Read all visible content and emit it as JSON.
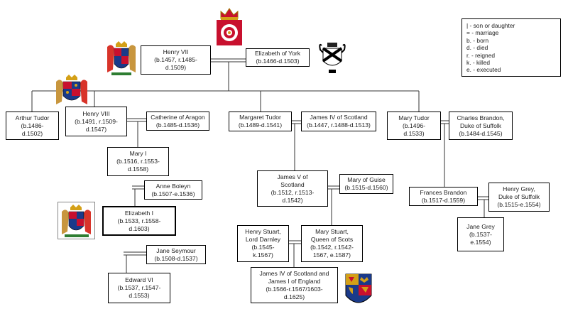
{
  "legend": [
    "| - son or daughter",
    "= - marriage",
    "b. - born",
    "d. - died",
    "r. - reigned",
    "k. - killed",
    "e. - executed"
  ],
  "people": {
    "henry7": [
      "Henry VII",
      "(b.1457, r.1485-",
      "d.1509)"
    ],
    "elizabeth_york": [
      "Elizabeth of York",
      "(b.1466-d.1503)"
    ],
    "arthur": [
      "Arthur Tudor",
      "(b.1486-",
      "d.1502)"
    ],
    "henry8": [
      "Henry VIII",
      "(b.1491, r.1509-",
      "d.1547)"
    ],
    "catherine": [
      "Catherine of Aragon",
      "(b.1485-d.1536)"
    ],
    "margaret": [
      "Margaret Tudor",
      "(b.1489-d.1541)"
    ],
    "james4": [
      "James IV of Scotland",
      "(b.1447, r.1488-d.1513)"
    ],
    "mary_tudor": [
      "Mary Tudor",
      "(b.1496-",
      "d.1533)"
    ],
    "charles_brandon": [
      "Charles Brandon,",
      "Duke of Suffolk",
      "(b.1484-d.1545)"
    ],
    "mary1": [
      "Mary I",
      "(b.1516, r.1553-",
      "d.1558)"
    ],
    "james5": [
      "James V of",
      "Scotland",
      "(b.1512, r.1513-",
      "d.1542)"
    ],
    "mary_guise": [
      "Mary of Guise",
      "(b.1515-d.1560)"
    ],
    "anne_boleyn": [
      "Anne Boleyn",
      "(b.1507-e.1536)"
    ],
    "elizabeth1": [
      "Elizabeth I",
      "(b.1533, r.1558-",
      "d.1603)"
    ],
    "frances_brandon": [
      "Frances Brandon",
      "(b.1517-d.1559)"
    ],
    "henry_grey": [
      "Henry Grey,",
      "Duke of Suffolk",
      "(b.1515-e.1554)"
    ],
    "jane_grey": [
      "Jane Grey",
      "(b.1537-",
      "e.1554)"
    ],
    "darnley": [
      "Henry Stuart,",
      "Lord Darnley",
      "(b.1545-",
      "k.1567)"
    ],
    "mary_stuart": [
      "Mary Stuart,",
      "Queen of Scots",
      "(b.1542, r.1542-",
      "1567, e.1587)"
    ],
    "jane_seymour": [
      "Jane Seymour",
      "(b.1508-d.1537)"
    ],
    "edward6": [
      "Edward VI",
      "(b.1537, r.1547-",
      "d.1553)"
    ],
    "james6": [
      "James IV of Scotland and",
      "James I of England",
      "(b.1566-r.1567/1603-",
      "d.1625)"
    ]
  },
  "emblems": [
    "tudor-rose-crest",
    "henry7-arms",
    "york-arms",
    "henry8-arms",
    "elizabeth1-arms",
    "stuart-royal-arms"
  ]
}
